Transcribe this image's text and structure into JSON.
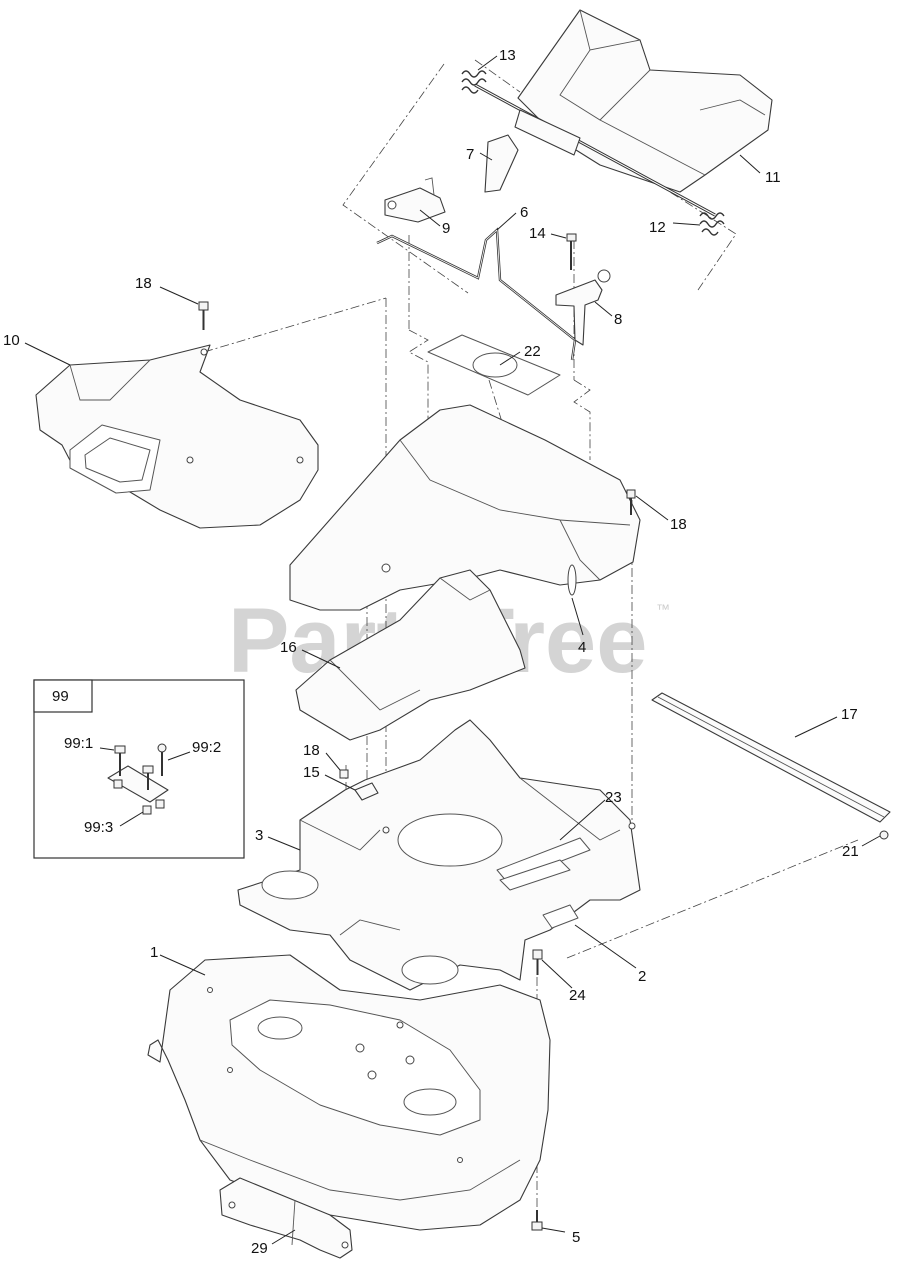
{
  "watermark": {
    "text": "PartsTree",
    "trademark": "™"
  },
  "callouts": [
    {
      "id": "c13",
      "label": "13"
    },
    {
      "id": "c7",
      "label": "7"
    },
    {
      "id": "c11",
      "label": "11"
    },
    {
      "id": "c9",
      "label": "9"
    },
    {
      "id": "c6",
      "label": "6"
    },
    {
      "id": "c14",
      "label": "14"
    },
    {
      "id": "c12",
      "label": "12"
    },
    {
      "id": "c8",
      "label": "8"
    },
    {
      "id": "c18a",
      "label": "18"
    },
    {
      "id": "c10",
      "label": "10"
    },
    {
      "id": "c22",
      "label": "22"
    },
    {
      "id": "c18b",
      "label": "18"
    },
    {
      "id": "c16",
      "label": "16"
    },
    {
      "id": "c4",
      "label": "4"
    },
    {
      "id": "c17",
      "label": "17"
    },
    {
      "id": "c18c",
      "label": "18"
    },
    {
      "id": "c15",
      "label": "15"
    },
    {
      "id": "c23",
      "label": "23"
    },
    {
      "id": "c3",
      "label": "3"
    },
    {
      "id": "c21",
      "label": "21"
    },
    {
      "id": "c1",
      "label": "1"
    },
    {
      "id": "c2",
      "label": "2"
    },
    {
      "id": "c24",
      "label": "24"
    },
    {
      "id": "c29",
      "label": "29"
    },
    {
      "id": "c5",
      "label": "5"
    }
  ],
  "inset": {
    "title": "99",
    "labels": [
      "99:1",
      "99:2",
      "99:3"
    ]
  }
}
